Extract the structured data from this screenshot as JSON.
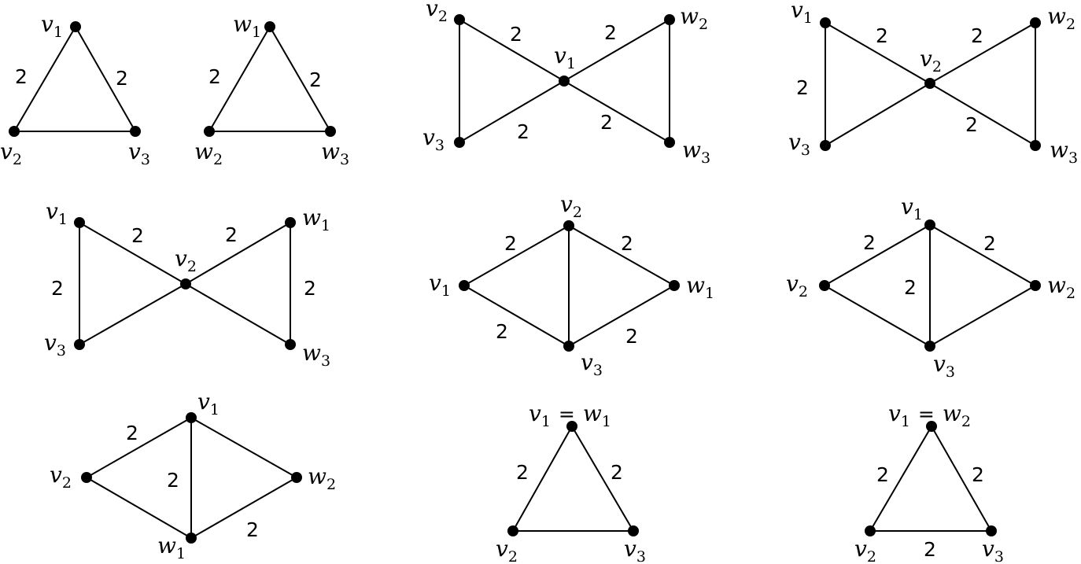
{
  "graphs": [
    {
      "name": "triangle-v",
      "nodes": [
        {
          "id": "a",
          "label": "v",
          "sub": "1"
        },
        {
          "id": "b",
          "label": "v",
          "sub": "2"
        },
        {
          "id": "c",
          "label": "v",
          "sub": "3"
        }
      ],
      "edges": [
        {
          "from": "a",
          "to": "b",
          "weight": "2"
        },
        {
          "from": "a",
          "to": "c",
          "weight": "2"
        },
        {
          "from": "b",
          "to": "c",
          "weight": ""
        }
      ]
    },
    {
      "name": "triangle-w",
      "nodes": [
        {
          "id": "a",
          "label": "w",
          "sub": "1"
        },
        {
          "id": "b",
          "label": "w",
          "sub": "2"
        },
        {
          "id": "c",
          "label": "w",
          "sub": "3"
        }
      ],
      "edges": [
        {
          "from": "a",
          "to": "b",
          "weight": "2"
        },
        {
          "from": "a",
          "to": "c",
          "weight": "2"
        },
        {
          "from": "b",
          "to": "c",
          "weight": ""
        }
      ]
    },
    {
      "name": "bowtie-v1-center",
      "nodes": [
        {
          "id": "tl",
          "label": "v",
          "sub": "2"
        },
        {
          "id": "bl",
          "label": "v",
          "sub": "3"
        },
        {
          "id": "c",
          "label": "v",
          "sub": "1"
        },
        {
          "id": "tr",
          "label": "w",
          "sub": "2"
        },
        {
          "id": "br",
          "label": "w",
          "sub": "3"
        }
      ],
      "edges": [
        {
          "from": "tl",
          "to": "bl",
          "weight": ""
        },
        {
          "from": "tl",
          "to": "c",
          "weight": "2"
        },
        {
          "from": "bl",
          "to": "c",
          "weight": "2"
        },
        {
          "from": "c",
          "to": "tr",
          "weight": "2"
        },
        {
          "from": "c",
          "to": "br",
          "weight": "2"
        },
        {
          "from": "tr",
          "to": "br",
          "weight": ""
        }
      ]
    },
    {
      "name": "bowtie-v2-center-a",
      "nodes": [
        {
          "id": "tl",
          "label": "v",
          "sub": "1"
        },
        {
          "id": "bl",
          "label": "v",
          "sub": "3"
        },
        {
          "id": "c",
          "label": "v",
          "sub": "2"
        },
        {
          "id": "tr",
          "label": "w",
          "sub": "2"
        },
        {
          "id": "br",
          "label": "w",
          "sub": "3"
        }
      ],
      "edges": [
        {
          "from": "tl",
          "to": "bl",
          "weight": "2"
        },
        {
          "from": "tl",
          "to": "c",
          "weight": "2"
        },
        {
          "from": "bl",
          "to": "c",
          "weight": ""
        },
        {
          "from": "c",
          "to": "tr",
          "weight": "2"
        },
        {
          "from": "c",
          "to": "br",
          "weight": "2"
        },
        {
          "from": "tr",
          "to": "br",
          "weight": ""
        }
      ]
    },
    {
      "name": "bowtie-v2-center-b",
      "nodes": [
        {
          "id": "tl",
          "label": "v",
          "sub": "1"
        },
        {
          "id": "bl",
          "label": "v",
          "sub": "3"
        },
        {
          "id": "c",
          "label": "v",
          "sub": "2"
        },
        {
          "id": "tr",
          "label": "w",
          "sub": "1"
        },
        {
          "id": "br",
          "label": "w",
          "sub": "3"
        }
      ],
      "edges": [
        {
          "from": "tl",
          "to": "bl",
          "weight": "2"
        },
        {
          "from": "tl",
          "to": "c",
          "weight": "2"
        },
        {
          "from": "bl",
          "to": "c",
          "weight": ""
        },
        {
          "from": "c",
          "to": "tr",
          "weight": "2"
        },
        {
          "from": "c",
          "to": "br",
          "weight": ""
        },
        {
          "from": "tr",
          "to": "br",
          "weight": "2"
        }
      ]
    },
    {
      "name": "diamond-v2-v3",
      "nodes": [
        {
          "id": "t",
          "label": "v",
          "sub": "2"
        },
        {
          "id": "l",
          "label": "v",
          "sub": "1"
        },
        {
          "id": "r",
          "label": "w",
          "sub": "1"
        },
        {
          "id": "b",
          "label": "v",
          "sub": "3"
        }
      ],
      "edges": [
        {
          "from": "t",
          "to": "l",
          "weight": "2"
        },
        {
          "from": "t",
          "to": "r",
          "weight": "2"
        },
        {
          "from": "t",
          "to": "b",
          "weight": ""
        },
        {
          "from": "l",
          "to": "b",
          "weight": "2"
        },
        {
          "from": "r",
          "to": "b",
          "weight": "2"
        }
      ]
    },
    {
      "name": "diamond-v1-v3",
      "nodes": [
        {
          "id": "t",
          "label": "v",
          "sub": "1"
        },
        {
          "id": "l",
          "label": "v",
          "sub": "2"
        },
        {
          "id": "r",
          "label": "w",
          "sub": "2"
        },
        {
          "id": "b",
          "label": "v",
          "sub": "3"
        }
      ],
      "edges": [
        {
          "from": "t",
          "to": "l",
          "weight": "2"
        },
        {
          "from": "t",
          "to": "r",
          "weight": "2"
        },
        {
          "from": "t",
          "to": "b",
          "weight": "2"
        },
        {
          "from": "l",
          "to": "b",
          "weight": ""
        },
        {
          "from": "r",
          "to": "b",
          "weight": ""
        }
      ]
    },
    {
      "name": "diamond-v1-w1",
      "nodes": [
        {
          "id": "t",
          "label": "v",
          "sub": "1"
        },
        {
          "id": "l",
          "label": "v",
          "sub": "2"
        },
        {
          "id": "r",
          "label": "w",
          "sub": "2"
        },
        {
          "id": "b",
          "label": "w",
          "sub": "1"
        }
      ],
      "edges": [
        {
          "from": "t",
          "to": "l",
          "weight": "2"
        },
        {
          "from": "t",
          "to": "r",
          "weight": ""
        },
        {
          "from": "t",
          "to": "b",
          "weight": "2"
        },
        {
          "from": "l",
          "to": "b",
          "weight": ""
        },
        {
          "from": "r",
          "to": "b",
          "weight": "2"
        }
      ]
    },
    {
      "name": "triangle-v1-eq-w1",
      "nodes": [
        {
          "id": "a",
          "label": "v",
          "sub": "1",
          "eq_label": "w",
          "eq_sub": "1"
        },
        {
          "id": "b",
          "label": "v",
          "sub": "2"
        },
        {
          "id": "c",
          "label": "v",
          "sub": "3"
        }
      ],
      "edges": [
        {
          "from": "a",
          "to": "b",
          "weight": "2"
        },
        {
          "from": "a",
          "to": "c",
          "weight": "2"
        },
        {
          "from": "b",
          "to": "c",
          "weight": ""
        }
      ]
    },
    {
      "name": "triangle-v1-eq-w2",
      "nodes": [
        {
          "id": "a",
          "label": "v",
          "sub": "1",
          "eq_label": "w",
          "eq_sub": "2"
        },
        {
          "id": "b",
          "label": "v",
          "sub": "2"
        },
        {
          "id": "c",
          "label": "v",
          "sub": "3"
        }
      ],
      "edges": [
        {
          "from": "a",
          "to": "b",
          "weight": "2"
        },
        {
          "from": "a",
          "to": "c",
          "weight": "2"
        },
        {
          "from": "b",
          "to": "c",
          "weight": "2"
        }
      ]
    }
  ],
  "equals_sign": "="
}
